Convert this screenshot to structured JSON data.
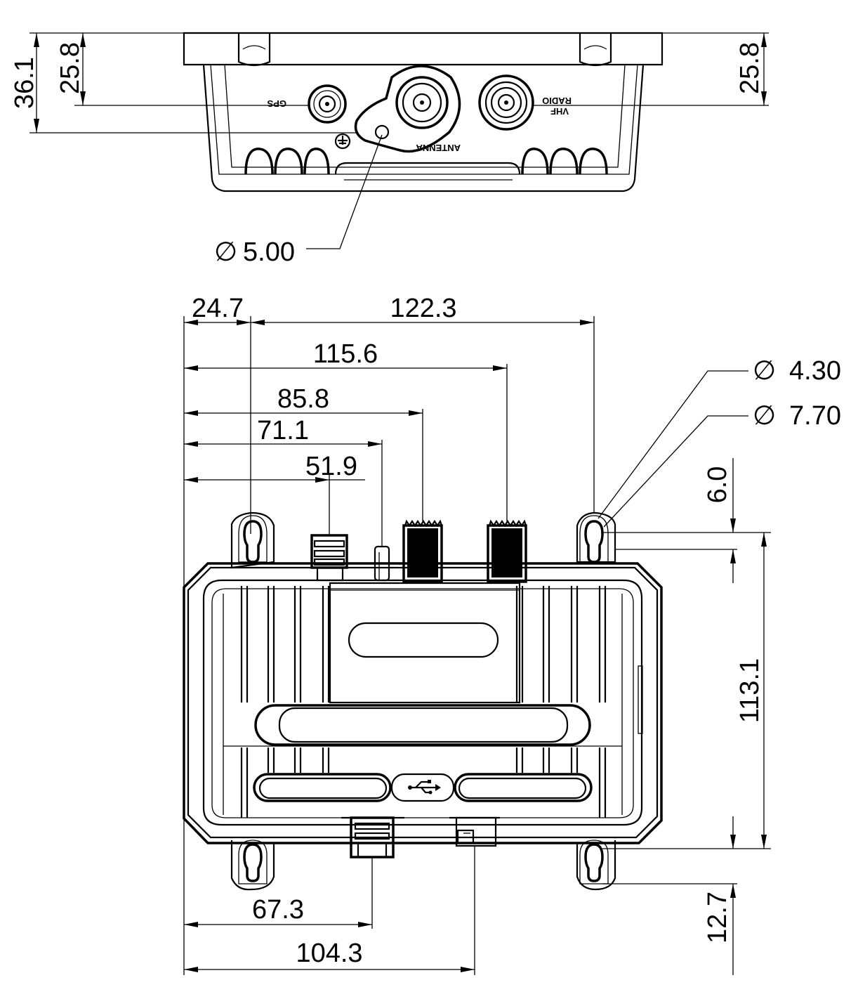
{
  "top_view": {
    "dims": {
      "left_outer": "36.1",
      "left_inner": "25.8",
      "right": "25.8",
      "hole": "5.00"
    },
    "labels": {
      "gps": "GPS",
      "antenna": "ANTENNA",
      "vhf_line1": "VHF",
      "vhf_line2": "RADIO"
    },
    "diameter_symbol": "∅"
  },
  "front_view": {
    "dims": {
      "d_24_7": "24.7",
      "d_122_3": "122.3",
      "d_115_6": "115.6",
      "d_85_8": "85.8",
      "d_71_1": "71.1",
      "d_51_9": "51.9",
      "d_67_3": "67.3",
      "d_104_3": "104.3",
      "d_6_0": "6.0",
      "d_113_1": "113.1",
      "d_12_7": "12.7",
      "hole_small": "4.30",
      "hole_large": "7.70"
    },
    "diameter_symbol": "∅"
  }
}
